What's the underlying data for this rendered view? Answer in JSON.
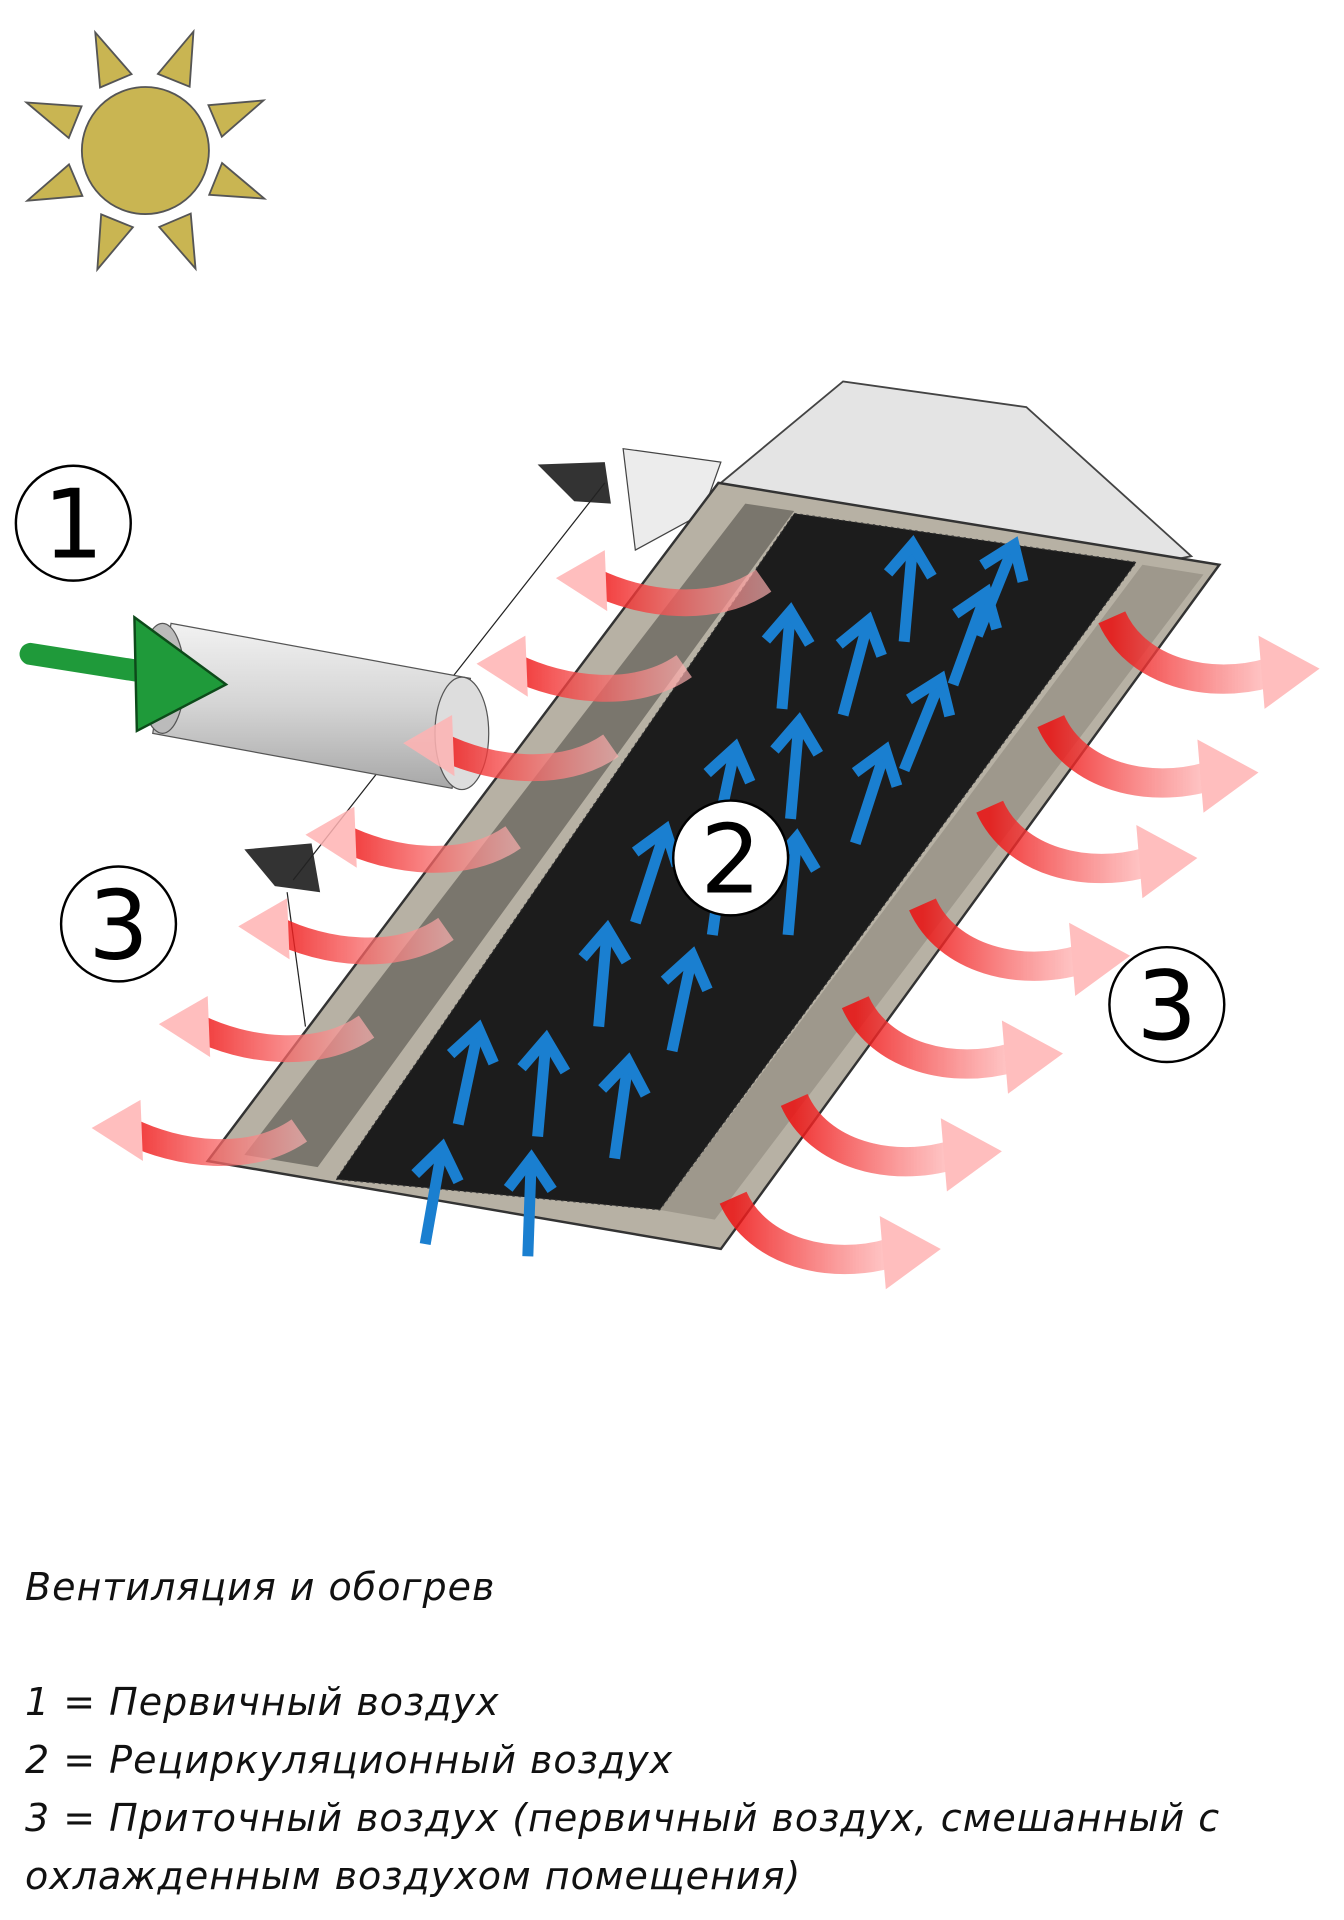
{
  "labels": {
    "one": "1",
    "two": "2",
    "three_left": "3",
    "three_right": "3"
  },
  "caption": {
    "title": "Вентиляция и обогрев",
    "line1": "1 = Первичный воздух",
    "line2": "2 = Рециркуляционный воздух",
    "line3": "3 = Приточный воздух (первичный воздух, смешанный с",
    "line4": "охлажденным воздухом помещения)"
  },
  "colors": {
    "sun": "#c9b552",
    "primary_air": "#1f9a3a",
    "recirculation_air": "#1a7fd0",
    "supply_air": "#ee1b1b",
    "grille": "#1c1c1c",
    "frame": "#b0aa9c"
  }
}
